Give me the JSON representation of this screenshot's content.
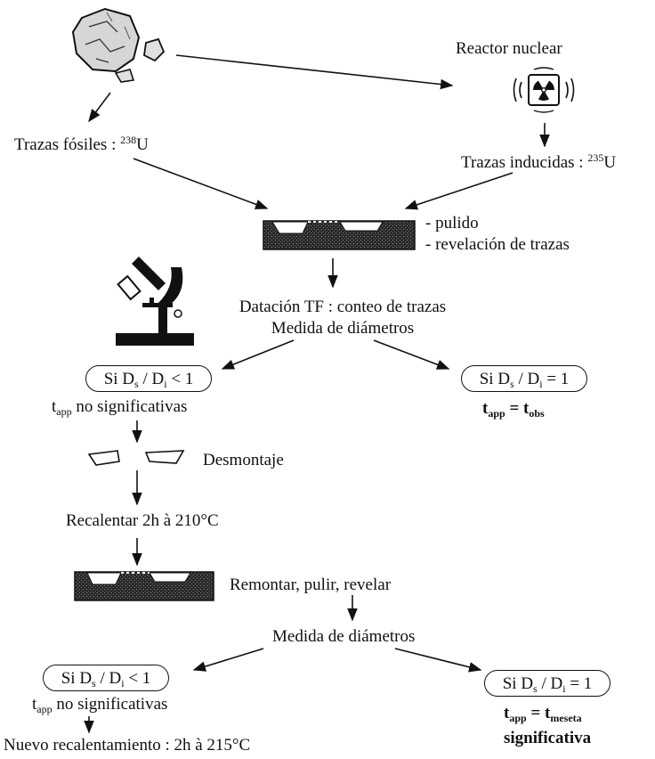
{
  "labels": {
    "reactor": "Reactor nuclear",
    "fossil_prefix": "Trazas fósiles : ",
    "fossil_iso": "238",
    "fossil_el": "U",
    "induced_prefix": "Trazas inducidas : ",
    "induced_iso": "235",
    "induced_el": "U",
    "pulido": "- pulido",
    "revelacion": "- revelación de trazas",
    "datacion": "Datación TF : conteo de trazas",
    "medida1": "Medida de diámetros",
    "desmontaje": "Desmontaje",
    "recalentar": "Recalentar 2h à 210°C",
    "remontar": "Remontar, pulir, revelar",
    "medida2": "Medida de diámetros",
    "nuevo": "Nuevo recalentamiento : 2h à 215°C"
  },
  "conditions": {
    "si": "Si D",
    "sub_s": "s",
    "slash": " / D",
    "sub_i": "i",
    "lt": " < 1",
    "eq": " = 1"
  },
  "results": {
    "t": "t",
    "sub_app": "app",
    "no_signif": " no significativas",
    "equals": " = t",
    "sub_obs": "obs",
    "sub_meseta": "meseta",
    "significativa": "significativa"
  },
  "icons": {
    "rock": "rock-sample-icon",
    "reactor": "radiation-icon",
    "microscope": "microscope-icon",
    "mount": "mounted-sample-icon",
    "crystals": "crystal-fragments-icon"
  }
}
